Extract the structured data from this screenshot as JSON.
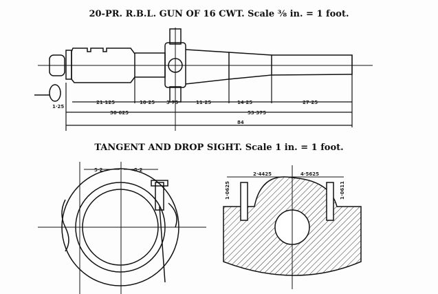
{
  "gun_drawing": {
    "title": "20-PR. R.B.L. GUN OF 16 CWT.  Scale ⅜ in. = 1 foot.",
    "dimensions_row1": [
      "21·125",
      "10·25",
      "3·75",
      "11·25",
      "14·25",
      "27·25"
    ],
    "dimensions_row2": [
      "30·625",
      "53·375"
    ],
    "total_length": "84",
    "small_dim": "1·25"
  },
  "sight_drawing": {
    "title": "TANGENT AND DROP SIGHT.  Scale 1 in. = 1 foot.",
    "left_dims": [
      "5·2",
      "5·2"
    ],
    "right_dims": [
      "2·4425",
      "4·5625",
      "1·0625",
      "1·0611"
    ]
  }
}
